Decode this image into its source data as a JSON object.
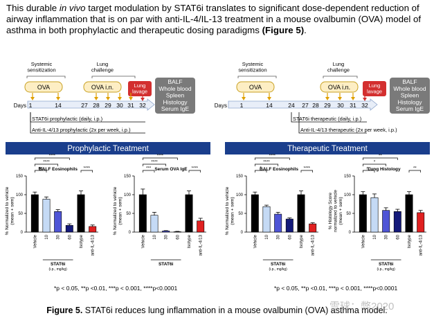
{
  "intro": {
    "p1": "This durable ",
    "p2": "in vivo",
    "p3": " target modulation by STAT6i translates to significant dose-dependent reduction of airway inflammation that is on par with anti-IL-4/IL-13 treatment in a mouse ovalbumin (OVA) model of asthma in both prophylactic and therapeutic dosing paradigms ",
    "p4": "(Figure 5)",
    "p5": "."
  },
  "timelines": [
    {
      "sensitization": "Systemic\nsensitization",
      "ova": "OVA",
      "challenge": "Lung\nchallenge",
      "ova_in": "OVA i.n.",
      "lavage": "Lung\nlavage",
      "readouts": "BALF\nWhole blood\nSpleen\nHistology\nSerum IgE",
      "days_label": "Days",
      "days": [
        "1",
        "14",
        "27",
        "28",
        "29",
        "30",
        "31",
        "32"
      ],
      "treat1": "STAT6i prophylactic (daily, i.p.)",
      "treat2": "Anti-IL-4/13 prophylactic (2x per week, i.p.)",
      "banner": "Prophylactic Treatment"
    },
    {
      "sensitization": "Systemic\nsensitization",
      "ova": "OVA",
      "challenge": "Lung\nchallenge",
      "ova_in": "OVA i.n.",
      "lavage": "Lung\nlavage",
      "readouts": "BALF\nWhole blood\nSpleen\nHistology\nSerum IgE",
      "days_label": "Days",
      "days": [
        "1",
        "14",
        "24",
        "27",
        "28",
        "29",
        "30",
        "31",
        "32"
      ],
      "treat1": "STAT6i therapeutic (daily, i.p.)",
      "treat2": "Anti-IL-4/13 therapeutic (2x per week, i.p.)",
      "banner": "Therapeutic Treatment"
    }
  ],
  "chart_data": [
    {
      "type": "bar",
      "title": "BALF Eosinophils",
      "ylabel": "% Normalized to vehicle\n(mean + sem)",
      "ylim": [
        0,
        150
      ],
      "yticks": [
        0,
        50,
        100,
        150
      ],
      "categories": [
        "Vehicle",
        "10",
        "30",
        "60",
        "Isotype",
        "anti-IL-4/13"
      ],
      "values": [
        100,
        88,
        55,
        18,
        100,
        15
      ],
      "errors": [
        7,
        6,
        5,
        4,
        10,
        4
      ],
      "colors": [
        "#000000",
        "#c5daf5",
        "#4f55d6",
        "#141a7a",
        "#000000",
        "#e02020"
      ],
      "group_label": "STAT6i",
      "group_sublabel": "(i.p., mg/kg)",
      "significance": [
        {
          "from": 0,
          "to": 1,
          "label": "ns"
        },
        {
          "from": 0,
          "to": 2,
          "label": "****"
        },
        {
          "from": 0,
          "to": 3,
          "label": "****"
        },
        {
          "from": 4,
          "to": 5,
          "label": "****"
        }
      ]
    },
    {
      "type": "bar",
      "title": "Serum OVA IgE",
      "ylabel": "% Normalized to vehicle\n(mean + sem)",
      "ylim": [
        0,
        150
      ],
      "yticks": [
        0,
        50,
        100,
        150
      ],
      "categories": [
        "Vehicle",
        "10",
        "30",
        "60",
        "Isotype",
        "anti-IL-4/13"
      ],
      "values": [
        100,
        45,
        3,
        1,
        100,
        30
      ],
      "errors": [
        15,
        8,
        1,
        1,
        10,
        7
      ],
      "colors": [
        "#000000",
        "#c5daf5",
        "#4f55d6",
        "#141a7a",
        "#000000",
        "#e02020"
      ],
      "group_label": "STAT6i",
      "group_sublabel": "",
      "significance": [
        {
          "from": 0,
          "to": 1,
          "label": "***"
        },
        {
          "from": 0,
          "to": 2,
          "label": "****"
        },
        {
          "from": 0,
          "to": 3,
          "label": "****"
        },
        {
          "from": 4,
          "to": 5,
          "label": "****"
        }
      ]
    },
    {
      "type": "bar",
      "title": "BALF Eosinophils",
      "ylabel": "% Normalized to vehicle\n(mean + sem)",
      "ylim": [
        0,
        150
      ],
      "yticks": [
        0,
        50,
        100,
        150
      ],
      "categories": [
        "Vehicle",
        "10",
        "30",
        "60",
        "Isotype",
        "anti-IL-4/13"
      ],
      "values": [
        100,
        68,
        48,
        35,
        100,
        22
      ],
      "errors": [
        7,
        4,
        5,
        3,
        10,
        3
      ],
      "colors": [
        "#000000",
        "#c5daf5",
        "#4f55d6",
        "#141a7a",
        "#000000",
        "#e02020"
      ],
      "group_label": "STAT6i",
      "group_sublabel": "(i.p., mg/kg)",
      "significance": [
        {
          "from": 0,
          "to": 1,
          "label": "*"
        },
        {
          "from": 0,
          "to": 2,
          "label": "****"
        },
        {
          "from": 0,
          "to": 3,
          "label": "****"
        },
        {
          "from": 4,
          "to": 5,
          "label": "****"
        }
      ]
    },
    {
      "type": "bar",
      "title": "Lung Histology",
      "ylabel": "% Histology Score\nnormalized to vehicle\n(mean + sem)",
      "ylim": [
        0,
        150
      ],
      "yticks": [
        0,
        50,
        100,
        150
      ],
      "categories": [
        "Vehicle",
        "10",
        "30",
        "60",
        "Isotype",
        "anti-IL-4/13"
      ],
      "values": [
        100,
        92,
        58,
        55,
        100,
        52
      ],
      "errors": [
        8,
        10,
        7,
        6,
        8,
        6
      ],
      "colors": [
        "#000000",
        "#c5daf5",
        "#4f55d6",
        "#141a7a",
        "#000000",
        "#e02020"
      ],
      "group_label": "STAT6i",
      "group_sublabel": "(i.p., mg/kg)",
      "significance": [
        {
          "from": 0,
          "to": 1,
          "label": "ns"
        },
        {
          "from": 0,
          "to": 2,
          "label": "*"
        },
        {
          "from": 0,
          "to": 3,
          "label": "**"
        },
        {
          "from": 4,
          "to": 5,
          "label": "**"
        }
      ]
    }
  ],
  "footnotes": [
    "*p < 0.05, **p <0.01, ***p < 0.001, ****p<0.0001",
    "*p < 0.05, **p <0.01, ***p < 0.001, ****p<0.0001"
  ],
  "caption": {
    "bold": "Figure 5.",
    "text": " STAT6i reduces lung inflammation in a mouse ovalbumin (OVA) asthma model."
  },
  "watermark": "雪球：弊2020",
  "colors": {
    "banner": "#1a3e8c",
    "ova_box": "#fdeec4",
    "ova_box_border": "#c8a020",
    "lavage": "#d32f2f",
    "readouts": "#7a7a7a",
    "arrow": "#e0a000",
    "timeline": "#e8eef8"
  }
}
